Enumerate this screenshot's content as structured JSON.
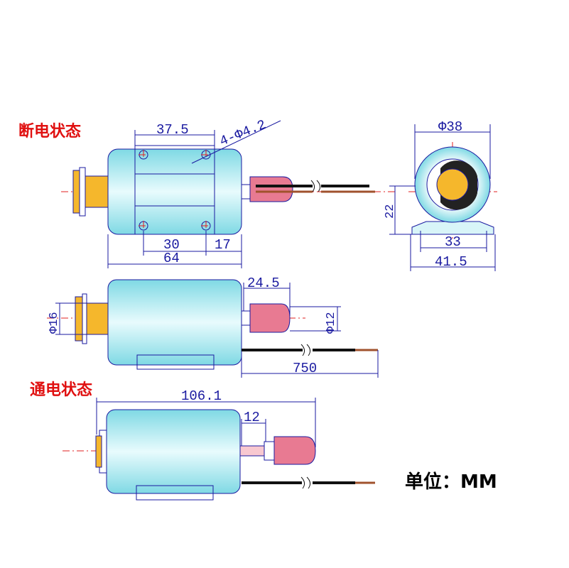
{
  "labels": {
    "state_off": "断电状态",
    "state_on": "通电状态",
    "unit": "单位：MM"
  },
  "dimensions": {
    "hole_spacing_top": "37.5",
    "holes": "4-Φ4.2",
    "hole_spacing_bottom": "30",
    "edge_offset": "17",
    "body_length": "64",
    "end_diameter": "Φ38",
    "center_height": "22",
    "foot_hole_spacing": "33",
    "foot_width": "41.5",
    "plunger_diameter": "Φ16",
    "cap_length": "24.5",
    "cap_diameter": "Φ12",
    "wire_length": "750",
    "total_length": "106.1",
    "stroke": "12"
  },
  "colors": {
    "dimension": "#1a1aa0",
    "title": "#e01010",
    "body": "#8fe3ea",
    "cap": "#e87a92",
    "plunger": "#f5b72c",
    "centerline": "#e02020"
  }
}
